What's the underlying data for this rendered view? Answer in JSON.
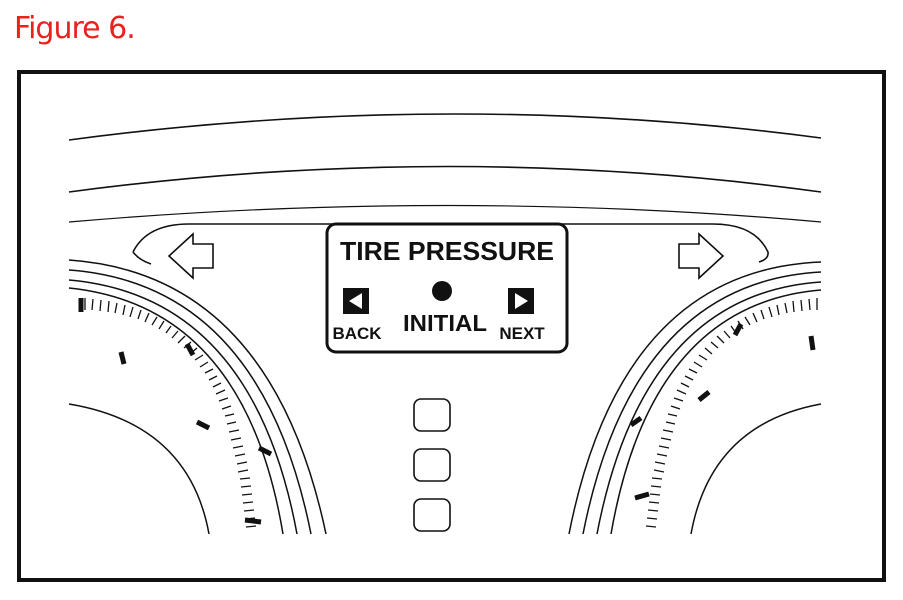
{
  "figure": {
    "label": "Figure 6."
  },
  "display": {
    "title": "TIRE PRESSURE",
    "back_label": "BACK",
    "initial_label": "INITIAL",
    "next_label": "NEXT"
  },
  "icons": {
    "left_arrow": "arrow-left-outline",
    "right_arrow": "arrow-right-outline",
    "back_button": "triangle-left-filled",
    "next_button": "triangle-right-filled",
    "initial_indicator": "filled-circle"
  },
  "colors": {
    "figure_label": "#e8231f",
    "line_art": "#111111"
  }
}
